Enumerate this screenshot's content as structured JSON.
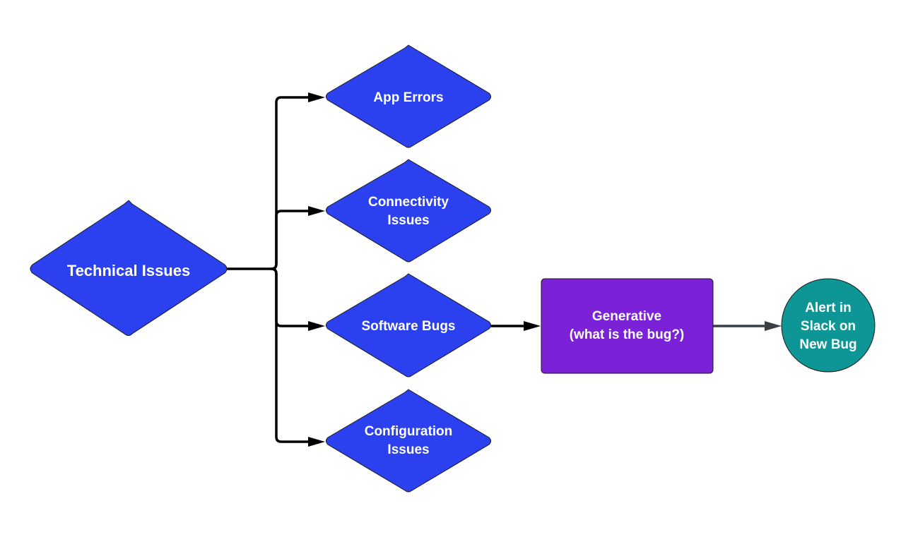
{
  "colors": {
    "diamond_fill": "#2b41f0",
    "process_fill": "#7b22d8",
    "terminal_fill": "#0e9696",
    "edge": "#000000",
    "edge_gray": "#3a3f45"
  },
  "nodes": {
    "technical_issues": {
      "lines": [
        "Technical Issues"
      ]
    },
    "app_errors": {
      "lines": [
        "App Errors"
      ]
    },
    "connectivity_issues": {
      "lines": [
        "Connectivity",
        "Issues"
      ]
    },
    "software_bugs": {
      "lines": [
        "Software Bugs"
      ]
    },
    "configuration_issues": {
      "lines": [
        "Configuration",
        "Issues"
      ]
    },
    "generative": {
      "lines": [
        "Generative",
        "(what is the bug?)"
      ]
    },
    "alert_slack": {
      "lines": [
        "Alert in",
        "Slack on",
        "New Bug"
      ]
    }
  }
}
